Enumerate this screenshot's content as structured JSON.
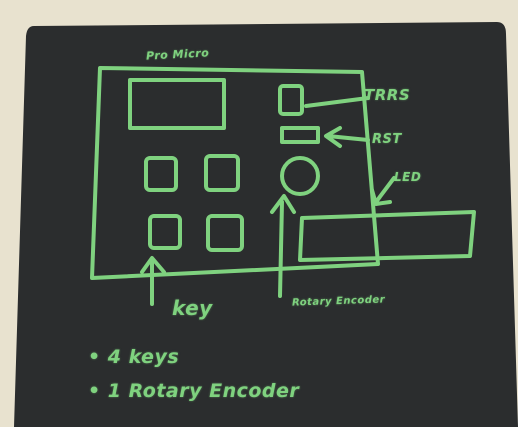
{
  "photo": {
    "subject": "handwritten sketch on LCD writing tablet",
    "colors": {
      "frame": "#e8e2cf",
      "screen": "#2b2d2e",
      "ink": "#7fd27f",
      "background": "#4a4039"
    }
  },
  "sketch": {
    "board_label": "Pro Micro",
    "callouts": {
      "trrs": "TRRS",
      "rst": "RST",
      "led": "LED",
      "key": "key",
      "encoder": "Rotary Encoder"
    },
    "notes": [
      "• 4 keys",
      "• 1 Rotary Encoder"
    ]
  }
}
